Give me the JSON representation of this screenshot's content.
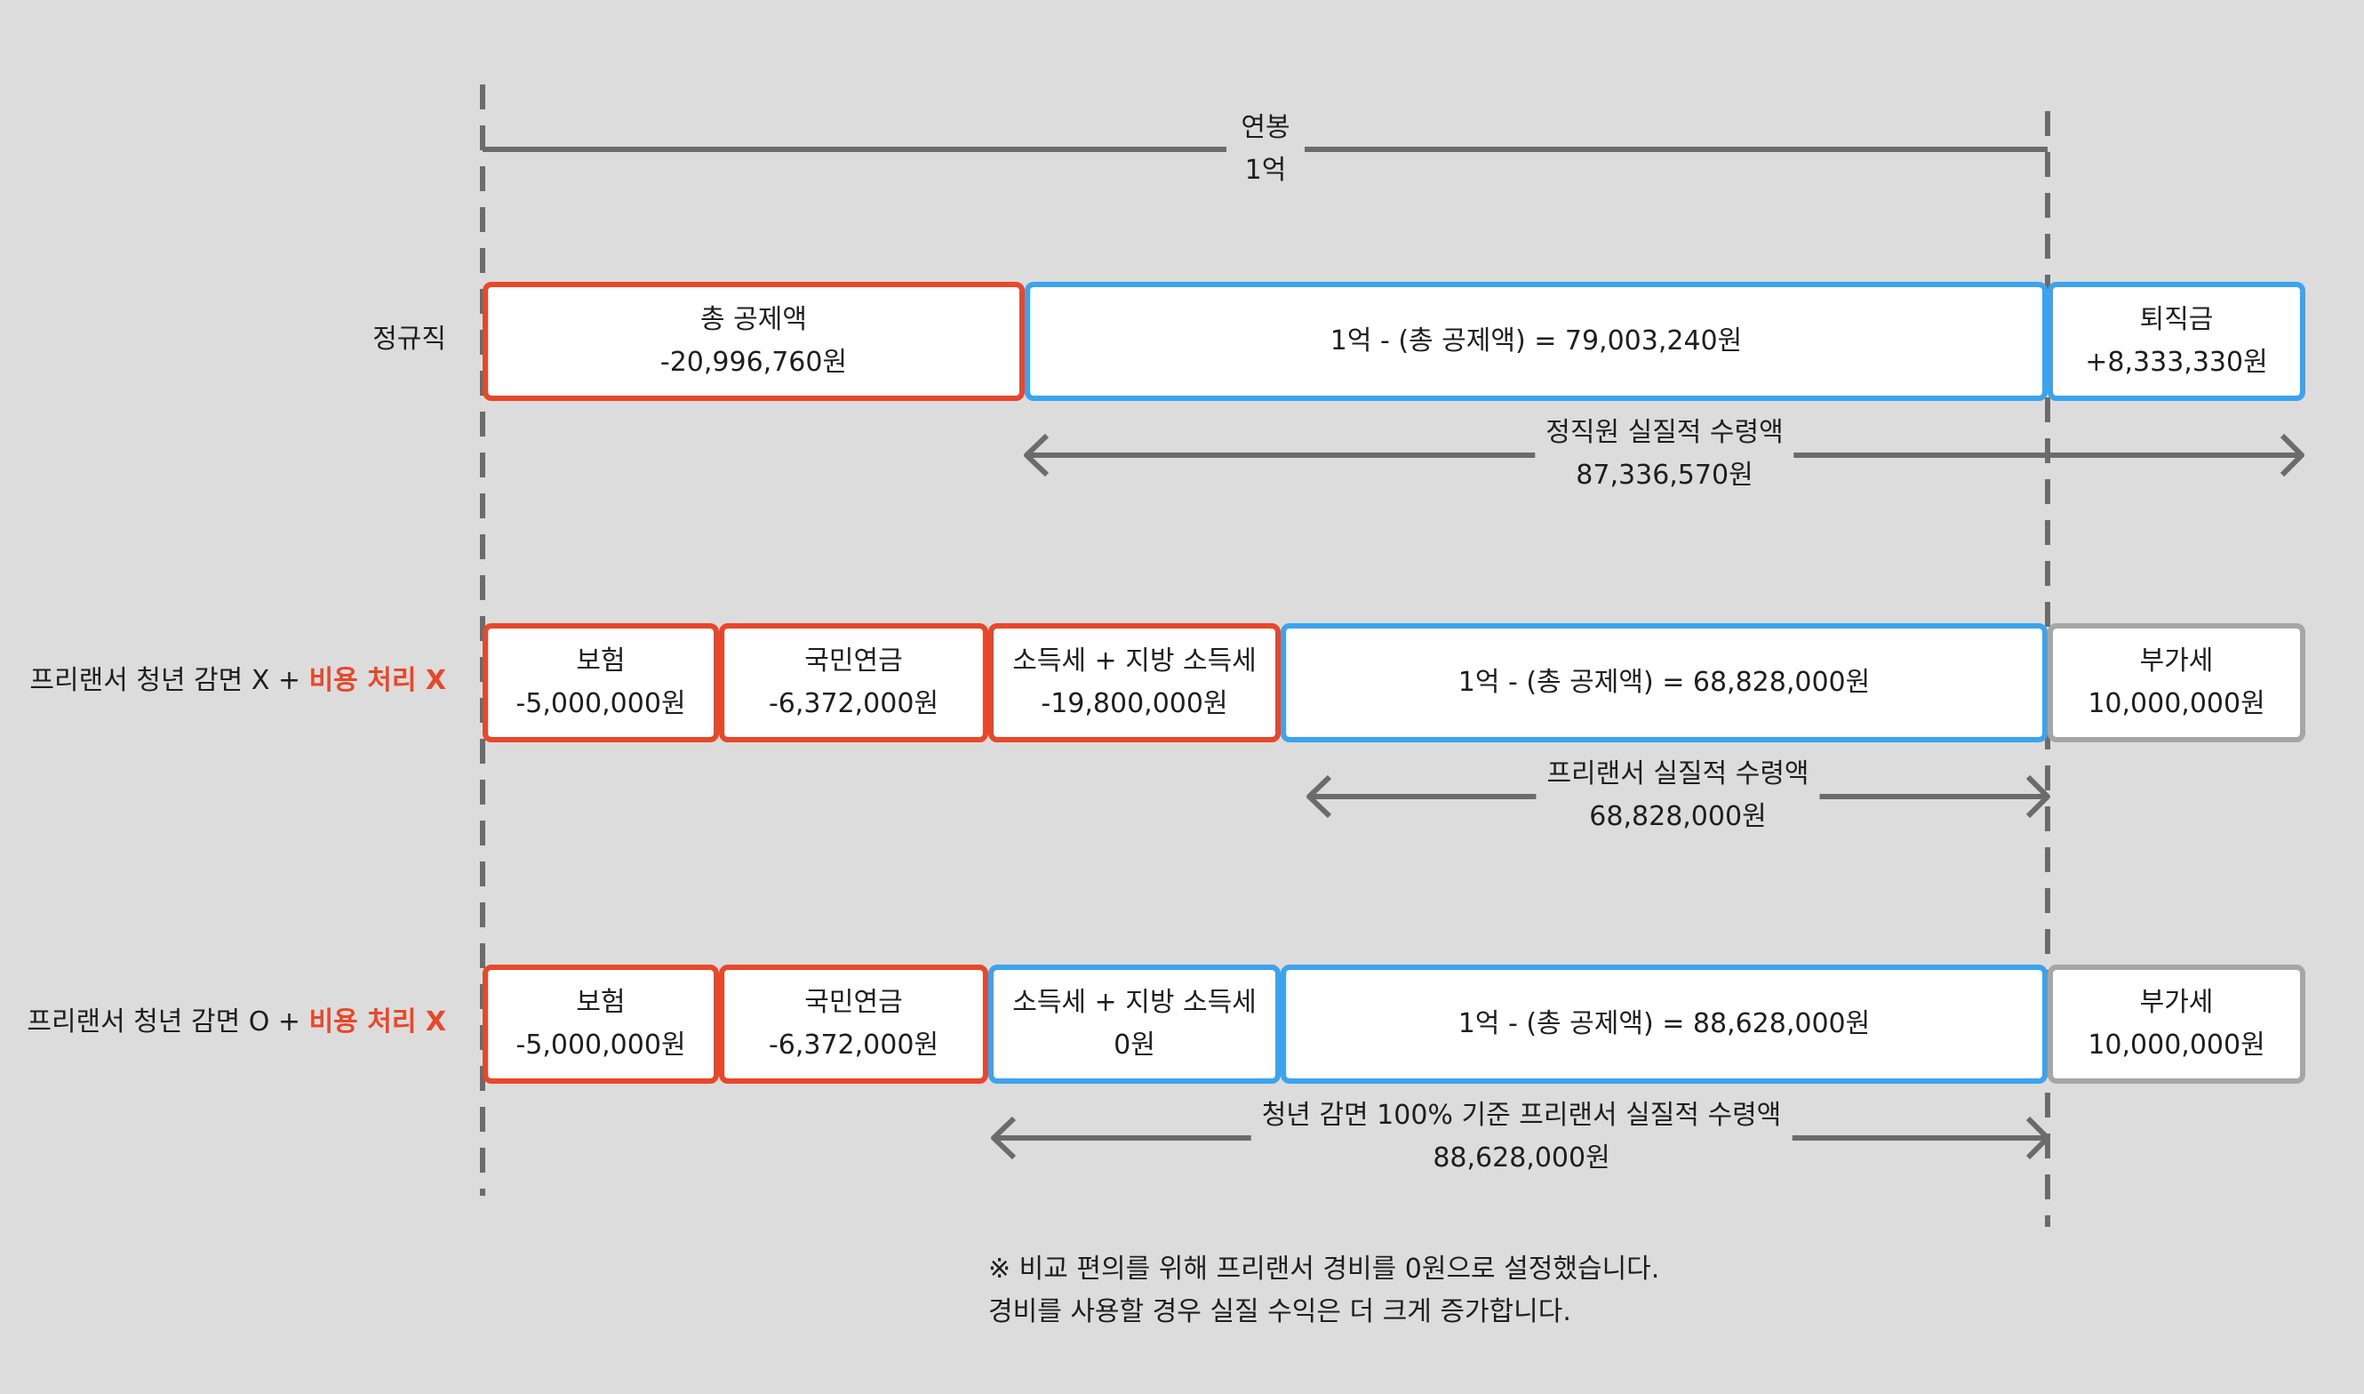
{
  "salary": {
    "label": "연봉",
    "value": "1억"
  },
  "rows": [
    {
      "label": "정규직",
      "label_highlight": "",
      "boxes": [
        {
          "title": "총 공제액",
          "value": "-20,996,760원",
          "kind": "red"
        },
        {
          "title": "",
          "value": "1억 - (총 공제액) = 79,003,240원",
          "kind": "blue"
        },
        {
          "title": "퇴직금",
          "value": "+8,333,330원",
          "kind": "blue"
        }
      ],
      "net": {
        "label": "정직원 실질적 수령액",
        "value": "87,336,570원"
      }
    },
    {
      "label": "프리랜서 청년 감면 X + ",
      "label_highlight": "비용 처리 X",
      "boxes": [
        {
          "title": "보험",
          "value": "-5,000,000원",
          "kind": "red"
        },
        {
          "title": "국민연금",
          "value": "-6,372,000원",
          "kind": "red"
        },
        {
          "title": "소득세 + 지방 소득세",
          "value": "-19,800,000원",
          "kind": "red"
        },
        {
          "title": "",
          "value": "1억 - (총 공제액) = 68,828,000원",
          "kind": "blue"
        },
        {
          "title": "부가세",
          "value": "10,000,000원",
          "kind": "gray"
        }
      ],
      "net": {
        "label": "프리랜서 실질적 수령액",
        "value": "68,828,000원"
      }
    },
    {
      "label": "프리랜서 청년 감면 O + ",
      "label_highlight": "비용 처리 X",
      "boxes": [
        {
          "title": "보험",
          "value": "-5,000,000원",
          "kind": "red"
        },
        {
          "title": "국민연금",
          "value": "-6,372,000원",
          "kind": "red"
        },
        {
          "title": "소득세 + 지방 소득세",
          "value": "0원",
          "kind": "blue"
        },
        {
          "title": "",
          "value": "1억 - (총 공제액) = 88,628,000원",
          "kind": "blue"
        },
        {
          "title": "부가세",
          "value": "10,000,000원",
          "kind": "gray"
        }
      ],
      "net": {
        "label": "청년 감면 100% 기준 프리랜서 실질적 수령액",
        "value": "88,628,000원"
      }
    }
  ],
  "footnote": {
    "line1": "※ 비교 편의를 위해 프리랜서 경비를 0원으로 설정했습니다.",
    "line2": "경비를 사용할 경우 실질 수익은 더 크게 증가합니다."
  },
  "colors": {
    "deduction": "#e8472a",
    "income": "#3da3ef",
    "excluded": "#a6a6a6",
    "guide": "#6b6b6b",
    "background": "#dcdcdc"
  }
}
